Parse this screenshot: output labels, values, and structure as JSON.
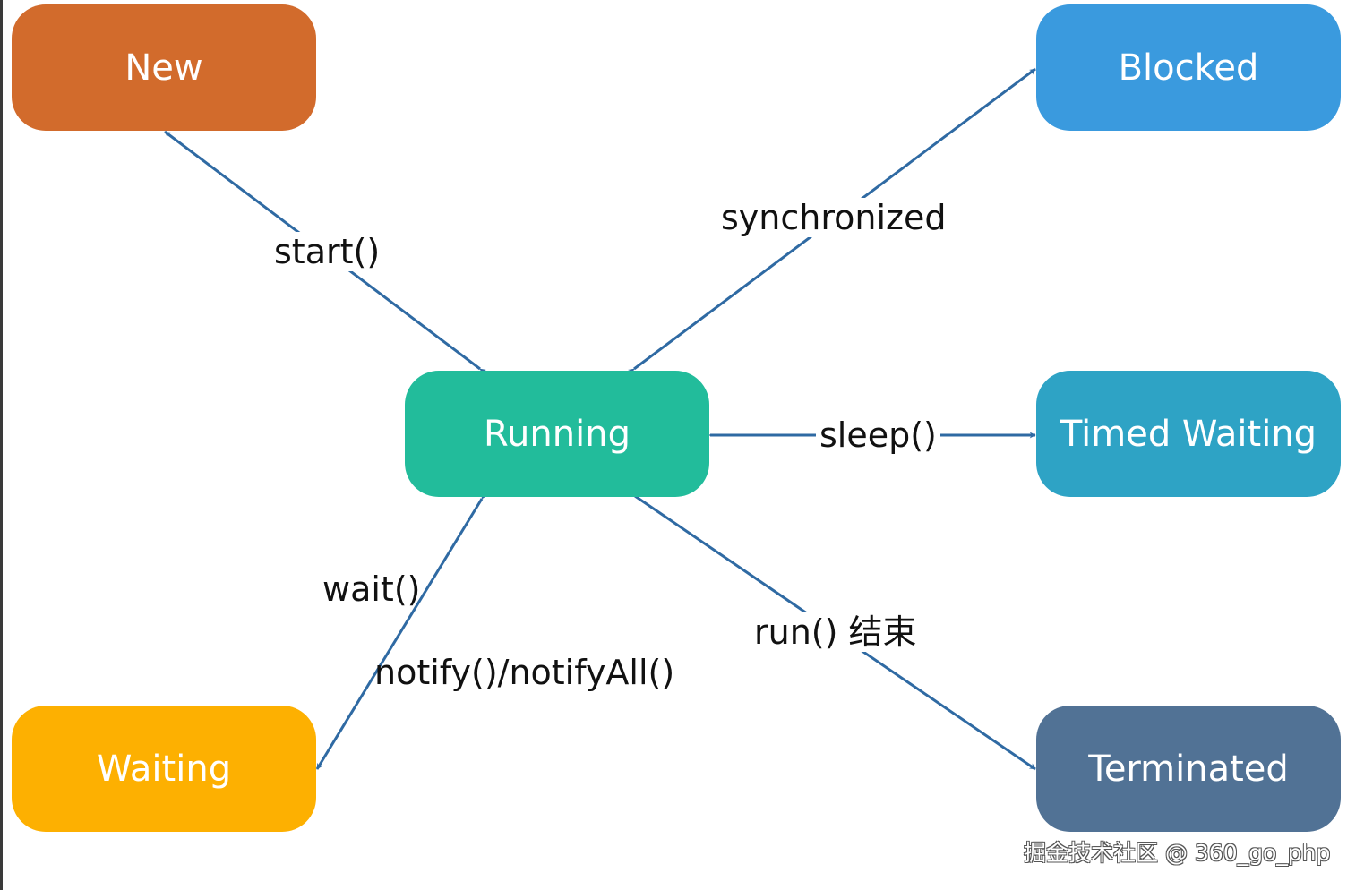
{
  "states": {
    "new": {
      "label": "New",
      "color": "#d26b2c"
    },
    "blocked": {
      "label": "Blocked",
      "color": "#3a9ade"
    },
    "running": {
      "label": "Running",
      "color": "#22bc9b"
    },
    "timed_waiting": {
      "label": "Timed Waiting",
      "color": "#2ea3c5"
    },
    "waiting": {
      "label": "Waiting",
      "color": "#fdb001"
    },
    "terminated": {
      "label": "Terminated",
      "color": "#517295"
    }
  },
  "transitions": {
    "start": "start()",
    "synchronized": "synchronized",
    "sleep": "sleep()",
    "wait": "wait()",
    "notify": "notify()/notifyAll()",
    "run_end": "run() 结束"
  },
  "arrow_color": "#2f6aa3",
  "watermark": "掘金技术社区 @ 360_go_php"
}
